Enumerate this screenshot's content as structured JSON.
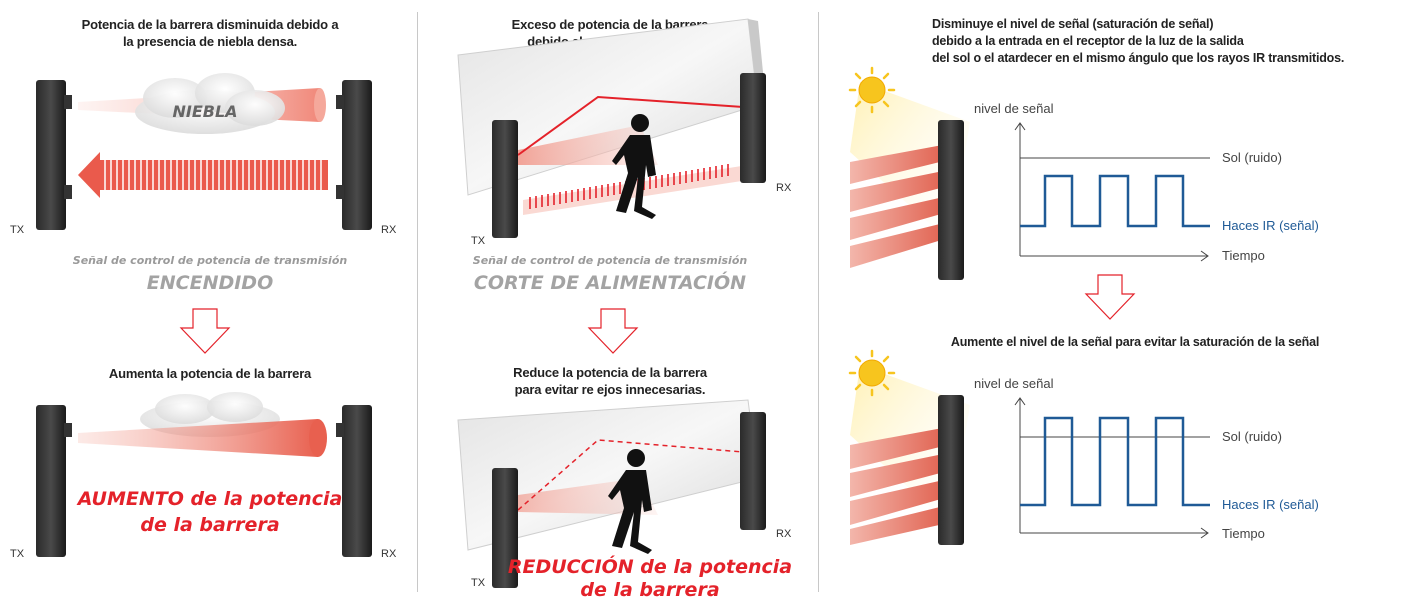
{
  "panel1": {
    "title_line1": "Potencia de la barrera disminuida debido a",
    "title_line2": "la presencia de niebla densa.",
    "fog_label": "NIEBLA",
    "tx_label": "TX",
    "rx_label": "RX",
    "control_signal": "Señal de control de potencia de transmisión",
    "control_state": "ENCENDIDO",
    "result_title": "Aumenta la potencia de la barrera",
    "result_line1": "AUMENTO de la potencia",
    "result_line2": "de la barrera"
  },
  "panel2": {
    "title_line1": "Exceso de potencia de la barrera",
    "title_line2": "debido al re  ejo de la pared.",
    "tx_label": "TX",
    "rx_label": "RX",
    "control_signal": "Señal de control de potencia de transmisión",
    "control_state": "CORTE DE ALIMENTACIÓN",
    "result_title_line1": "Reduce la potencia de la barrera",
    "result_title_line2": "para evitar re  ejos innecesarias.",
    "result_line1": "REDUCCIÓN de la potencia",
    "result_line2": "de la barrera"
  },
  "panel3": {
    "title_line1": "Disminuye el nivel de señal (saturación de señal)",
    "title_line2": "debido a la entrada en el receptor de la luz de la salida",
    "title_line3": "del sol o el atardecer en el mismo ángulo que los rayos IR transmitidos.",
    "graph1": {
      "y_label": "nivel de señal",
      "sun_line": "Sol (ruido)",
      "ir_line": "Haces IR (señal)",
      "x_label": "Tiempo"
    },
    "result_title": "Aumente el nivel de la señal para evitar la saturación de la señal",
    "graph2": {
      "y_label": "nivel de señal",
      "sun_line": "Sol (ruido)",
      "ir_line": "Haces IR (señal)",
      "x_label": "Tiempo"
    }
  },
  "colors": {
    "accent_red": "#e4222a",
    "signal_blue": "#1f5a96",
    "muted_gray": "#a3a3a3",
    "beam_salmon": "#f08a7c"
  }
}
